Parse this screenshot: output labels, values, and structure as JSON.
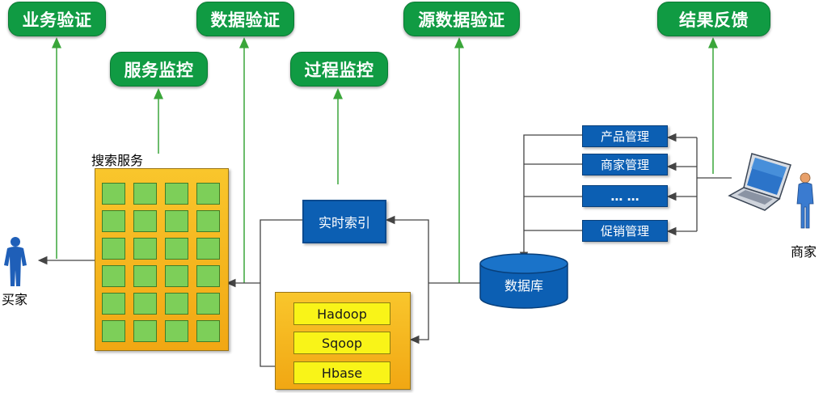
{
  "badges": {
    "business_verify": "业务验证",
    "data_verify": "数据验证",
    "source_data_verify": "源数据验证",
    "result_feedback": "结果反馈",
    "service_monitor": "服务监控",
    "process_monitor": "过程监控"
  },
  "search_service": {
    "label": "搜索服务",
    "grid_rows": 6,
    "grid_cols": 4
  },
  "realtime_index": "实时索引",
  "hadoop_stack": [
    "Hadoop",
    "Sqoop",
    "Hbase"
  ],
  "database": "数据库",
  "management": [
    "产品管理",
    "商家管理",
    "… …",
    "促销管理"
  ],
  "buyer": "买家",
  "merchant": "商家",
  "colors": {
    "badge_green": "#109b43",
    "arrow_green": "#3aa63a",
    "blue": "#0c5fb3",
    "orange": "#f1a713",
    "cell_green": "#7dcf59",
    "yellow": "#f9f418"
  }
}
